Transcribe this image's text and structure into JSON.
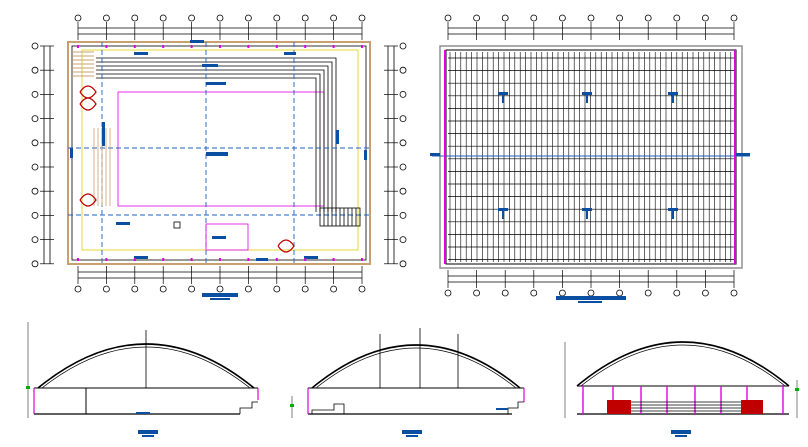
{
  "drawing": {
    "views": [
      {
        "id": "floor-plan",
        "kind": "plan",
        "has_title_bar": true
      },
      {
        "id": "roof-plan",
        "kind": "plan",
        "has_title_bar": true
      },
      {
        "id": "section-1",
        "kind": "section",
        "has_title_bar": true
      },
      {
        "id": "section-2",
        "kind": "section",
        "has_title_bar": true
      },
      {
        "id": "section-3",
        "kind": "section",
        "has_title_bar": true
      }
    ],
    "colors": {
      "line": "#000000",
      "dimension": "#1a1a1a",
      "annotation_blue": "#0b4fa3",
      "axis_blue": "#1f5fbf",
      "magenta": "#e000e0",
      "red": "#c00000",
      "green": "#00b000",
      "tan": "#c8a070",
      "yellow": "#e0d000",
      "frame_grey": "#909090"
    }
  }
}
